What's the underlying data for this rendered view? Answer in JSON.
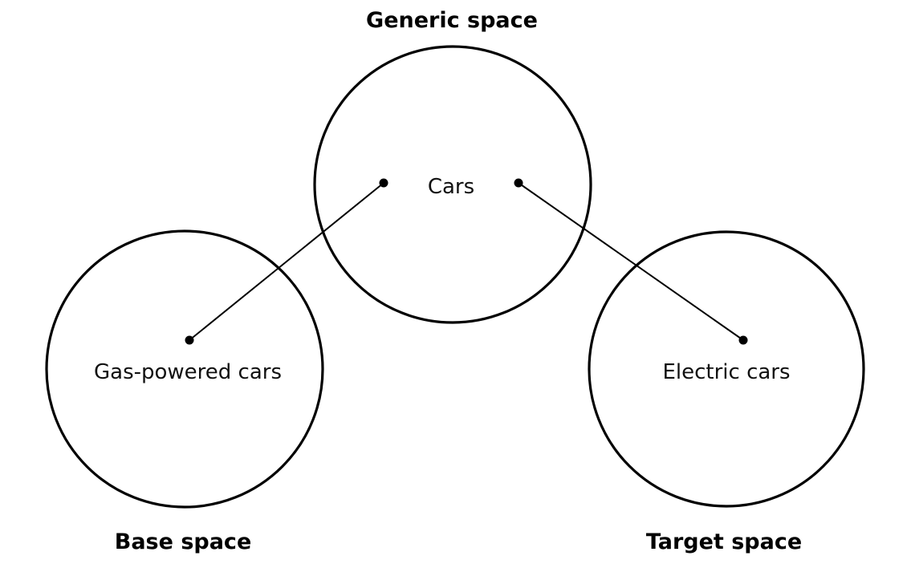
{
  "diagram": {
    "type": "conceptual-blending",
    "spaces": {
      "generic": {
        "title": "Generic space",
        "concept": "Cars"
      },
      "base": {
        "title": "Base space",
        "concept": "Gas-powered cars"
      },
      "target": {
        "title": "Target space",
        "concept": "Electric cars"
      }
    },
    "links": [
      {
        "from": "generic",
        "to": "base"
      },
      {
        "from": "generic",
        "to": "target"
      }
    ],
    "colors": {
      "stroke": "#000000",
      "text": "#111111",
      "background": "#ffffff"
    }
  }
}
